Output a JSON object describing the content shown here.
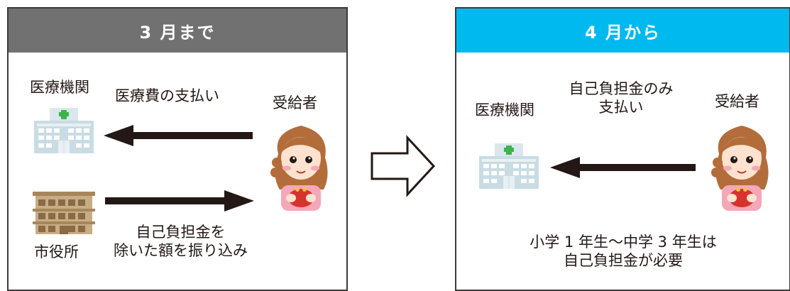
{
  "before": {
    "header": "3 月まで",
    "hospital_label": "医療機関",
    "payment_label": "医療費の支払い",
    "recipient_label": "受給者",
    "cityhall_label": "市役所",
    "transfer_line1": "自己負担金を",
    "transfer_line2": "除いた額を振り込み"
  },
  "after": {
    "header": "4 月から",
    "hospital_label": "医療機関",
    "payment_line1": "自己負担金のみ",
    "payment_line2": "支払い",
    "recipient_label": "受給者",
    "note_line1": "小学 1 年生～中学 3 年生は",
    "note_line2": "自己負担金が必要"
  },
  "colors": {
    "before_header": "#727171",
    "after_header": "#00b9ef",
    "arrow": "#231815"
  },
  "icons": {
    "hospital": "hospital-icon",
    "cityhall": "city-hall-icon",
    "recipient": "woman-with-purse-icon",
    "transition": "hollow-right-arrow-icon"
  }
}
